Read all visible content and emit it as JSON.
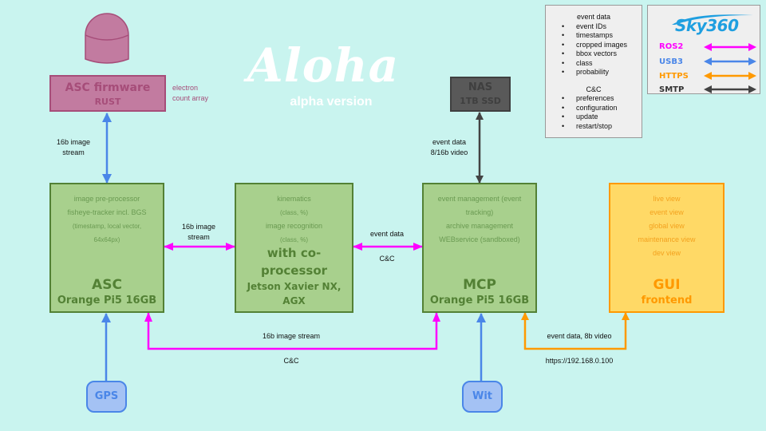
{
  "title": "Aloha",
  "subtitle": "alpha version",
  "colors": {
    "background": "#c9f4ef",
    "ros2": "#ff00ff",
    "usb3": "#4a86e8",
    "https": "#ff9900",
    "smtp": "#434343",
    "green_fill": "#a8d08d",
    "green_border": "#538135",
    "firmware_fill": "#c27ba0",
    "nas_fill": "#595959",
    "gui_fill": "#ffd966"
  },
  "camera": {
    "icon": "dome-camera-icon"
  },
  "firmware": {
    "title": "ASC firmware",
    "subtitle": "RUST",
    "note_line1": "electron",
    "note_line2": "count array"
  },
  "nas": {
    "title": "NAS",
    "subtitle": "1TB SSD"
  },
  "asc": {
    "lines": [
      "image pre-processor",
      "fisheye-tracker incl. BGS",
      "(timestamp, local vector,",
      "64x64px)"
    ],
    "name": "ASC",
    "hardware": "Orange Pi5 16GB"
  },
  "coprocessor": {
    "lines": [
      "kinematics",
      "(class, %)",
      "image recognition",
      "(class, %)"
    ],
    "name": "with co-processor",
    "hardware": "Jetson Xavier NX, AGX"
  },
  "mcp": {
    "lines": [
      "event management (event",
      "tracking)",
      "archive management",
      "WEBservice (sandboxed)"
    ],
    "name": "MCP",
    "hardware": "Orange Pi5 16GB"
  },
  "gui": {
    "lines": [
      "live view",
      "event view",
      "global view",
      "maintenance view",
      "dev view"
    ],
    "name": "GUI",
    "hardware": "frontend"
  },
  "gps": {
    "label": "GPS"
  },
  "wit": {
    "label": "Wit"
  },
  "connections": {
    "firmware_asc_line1": "16b image",
    "firmware_asc_line2": "stream",
    "asc_cop_line1": "16b image",
    "asc_cop_line2": "stream",
    "cop_mcp_top": "event data",
    "cop_mcp_bottom": "C&C",
    "nas_mcp_line1": "event data",
    "nas_mcp_line2": "8/16b video",
    "asc_mcp_top": "16b image stream",
    "asc_mcp_bottom": "C&C",
    "mcp_gui_top": "event data, 8b video",
    "mcp_gui_bottom": "https://192.168.0.100"
  },
  "info_box": {
    "event_header": "event data",
    "event_items": [
      "event IDs",
      "timestamps",
      "cropped images",
      "bbox vectors",
      "class",
      "probability"
    ],
    "cc_header": "C&C",
    "cc_items": [
      "preferences",
      "configuration",
      "update",
      "restart/stop"
    ]
  },
  "legend": {
    "logo": "Sky360",
    "items": [
      {
        "label": "ROS2",
        "color": "#ff00ff"
      },
      {
        "label": "USB3",
        "color": "#4a86e8"
      },
      {
        "label": "HTTPS",
        "color": "#ff9900"
      },
      {
        "label": "SMTP",
        "color": "#434343"
      }
    ]
  }
}
